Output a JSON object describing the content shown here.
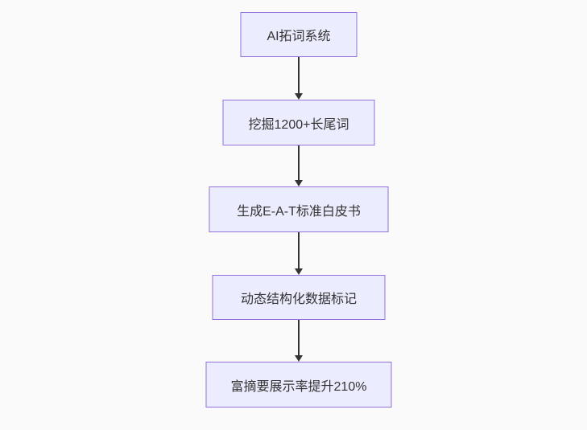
{
  "flowchart": {
    "type": "flowchart",
    "direction": "top-down",
    "nodes": [
      {
        "id": "A",
        "label": "AI拓词系统"
      },
      {
        "id": "B",
        "label": "挖掘1200+长尾词"
      },
      {
        "id": "C",
        "label": "生成E-A-T标准白皮书"
      },
      {
        "id": "D",
        "label": "动态结构化数据标记"
      },
      {
        "id": "E",
        "label": "富摘要展示率提升210%"
      }
    ],
    "edges": [
      {
        "from": "AI拓词系统",
        "to": "挖掘1200+长尾词"
      },
      {
        "from": "挖掘1200+长尾词",
        "to": "生成E-A-T标准白皮书"
      },
      {
        "from": "生成E-A-T标准白皮书",
        "to": "动态结构化数据标记"
      },
      {
        "from": "动态结构化数据标记",
        "to": "富摘要展示率提升210%"
      }
    ],
    "colors": {
      "node_fill": "#ECECFF",
      "node_border": "#9370DB",
      "edge": "#333333",
      "text": "#333333",
      "background": "#fafafa"
    }
  }
}
